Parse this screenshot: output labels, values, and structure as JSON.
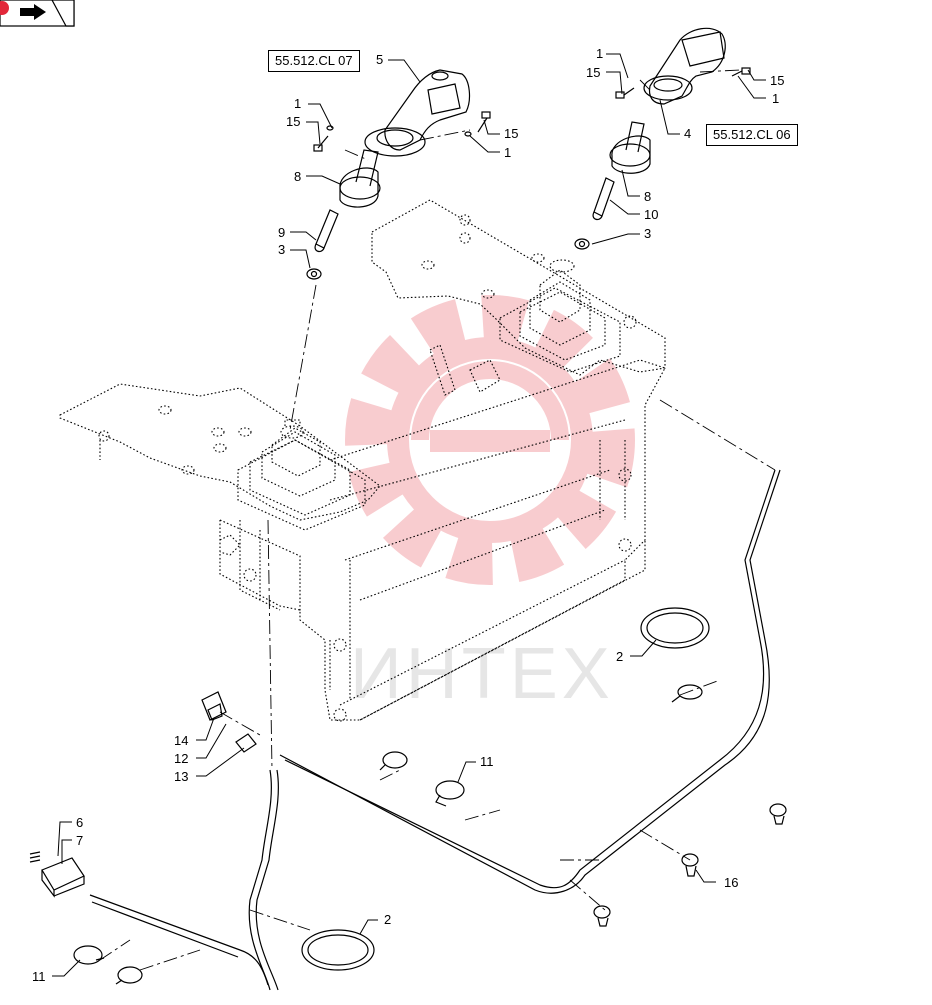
{
  "references": {
    "left": "55.512.CL 07",
    "right": "55.512.CL 06"
  },
  "watermark": {
    "text": "ИНТЕХ",
    "color": "#f3a3a8"
  },
  "callouts": [
    {
      "id": "c5",
      "label": "5"
    },
    {
      "id": "c1a",
      "label": "1"
    },
    {
      "id": "c15a",
      "label": "15"
    },
    {
      "id": "c15b",
      "label": "15"
    },
    {
      "id": "c1b",
      "label": "1"
    },
    {
      "id": "c8a",
      "label": "8"
    },
    {
      "id": "c9",
      "label": "9"
    },
    {
      "id": "c3a",
      "label": "3"
    },
    {
      "id": "c1c",
      "label": "1"
    },
    {
      "id": "c15c",
      "label": "15"
    },
    {
      "id": "c15d",
      "label": "15"
    },
    {
      "id": "c1d",
      "label": "1"
    },
    {
      "id": "c4",
      "label": "4"
    },
    {
      "id": "c8b",
      "label": "8"
    },
    {
      "id": "c10",
      "label": "10"
    },
    {
      "id": "c3b",
      "label": "3"
    },
    {
      "id": "c2a",
      "label": "2"
    },
    {
      "id": "c11a",
      "label": "11"
    },
    {
      "id": "c16",
      "label": "16"
    },
    {
      "id": "c14",
      "label": "14"
    },
    {
      "id": "c12",
      "label": "12"
    },
    {
      "id": "c13",
      "label": "13"
    },
    {
      "id": "c6",
      "label": "6"
    },
    {
      "id": "c7",
      "label": "7"
    },
    {
      "id": "c2b",
      "label": "2"
    },
    {
      "id": "c11b",
      "label": "11"
    }
  ],
  "icons": {
    "corner": "navigation-badge-icon"
  }
}
